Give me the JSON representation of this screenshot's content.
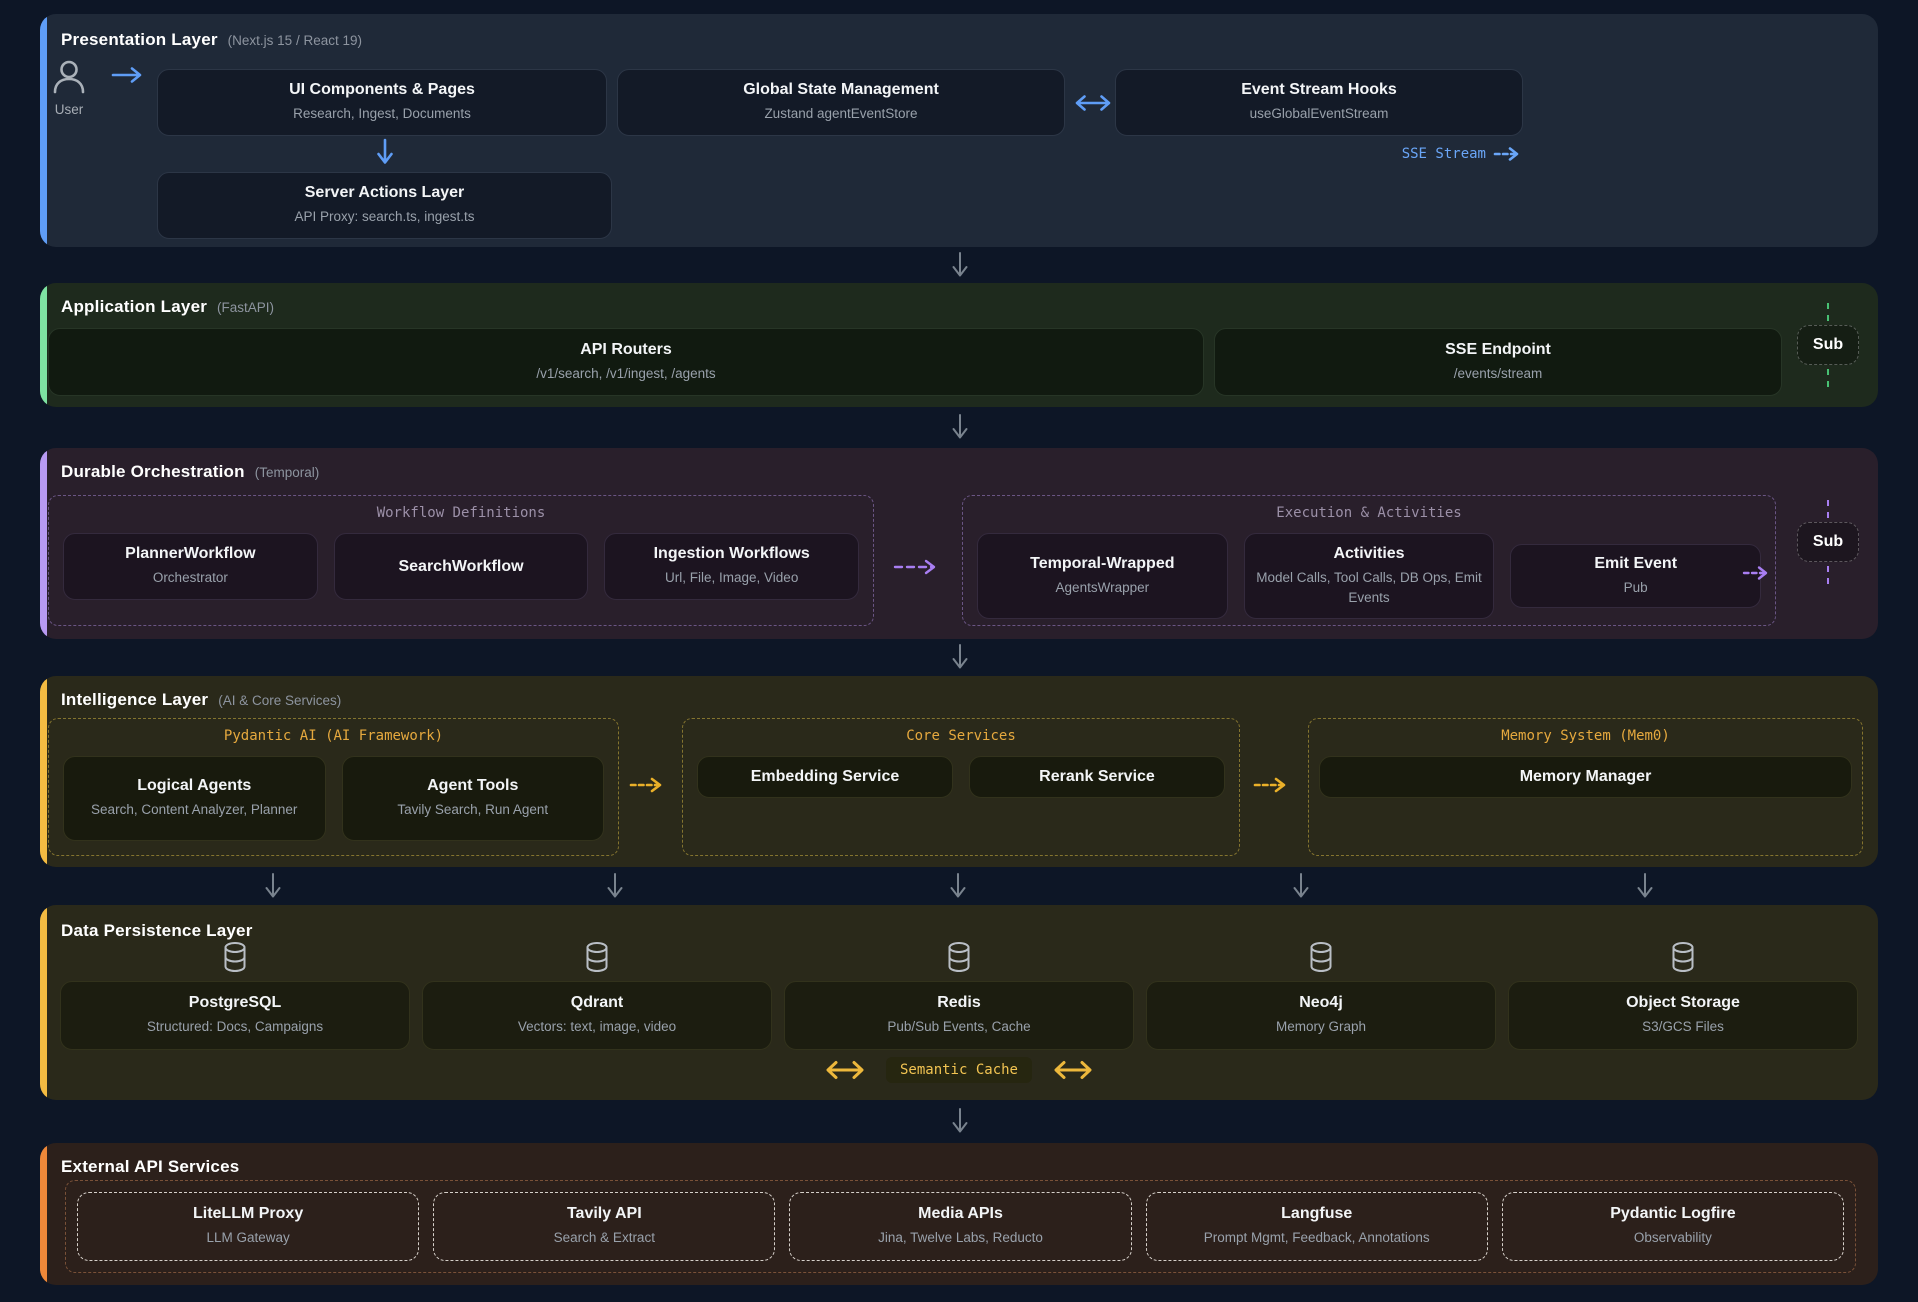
{
  "colors": {
    "page_bg": "#0d1626",
    "presentation_accent": "#5f9df6",
    "application_accent": "#7ee2a2",
    "orchestration_accent": "#b79af2",
    "intelligence_accent": "#f3bb42",
    "persistence_accent": "#f3bb42",
    "external_accent": "#ee8839",
    "sse_stream_text": "#6aa6f8",
    "semantic_cache_text": "#f2c452"
  },
  "presentation": {
    "title": "Presentation Layer",
    "subtitle": "(Next.js 15 / React 19)",
    "user_label": "User",
    "cards": {
      "ui": {
        "title": "UI Components & Pages",
        "subtitle": "Research, Ingest, Documents"
      },
      "state": {
        "title": "Global State Management",
        "subtitle": "Zustand agentEventStore"
      },
      "hooks": {
        "title": "Event Stream Hooks",
        "subtitle": "useGlobalEventStream"
      },
      "server_actions": {
        "title": "Server Actions Layer",
        "subtitle": "API Proxy: search.ts, ingest.ts"
      }
    },
    "sse_stream_label": "SSE Stream"
  },
  "application": {
    "title": "Application Layer",
    "subtitle": "(FastAPI)",
    "cards": {
      "routers": {
        "title": "API Routers",
        "subtitle": "/v1/search, /v1/ingest, /agents"
      },
      "sse": {
        "title": "SSE Endpoint",
        "subtitle": "/events/stream"
      }
    },
    "sub_label": "Sub"
  },
  "orchestration": {
    "title": "Durable Orchestration",
    "subtitle": "(Temporal)",
    "workflow_definitions": {
      "label": "Workflow Definitions",
      "cards": [
        {
          "title": "PlannerWorkflow",
          "subtitle": "Orchestrator"
        },
        {
          "title": "SearchWorkflow"
        },
        {
          "title": "Ingestion Workflows",
          "subtitle": "Url, File, Image, Video"
        }
      ]
    },
    "execution": {
      "label": "Execution & Activities",
      "cards": [
        {
          "title": "Temporal-Wrapped",
          "subtitle": "AgentsWrapper"
        },
        {
          "title": "Activities",
          "subtitle": "Model Calls, Tool Calls, DB Ops, Emit Events"
        },
        {
          "title": "Emit Event",
          "subtitle": "Pub"
        }
      ]
    },
    "sub_label": "Sub"
  },
  "intelligence": {
    "title": "Intelligence Layer",
    "subtitle": "(AI & Core Services)",
    "pydantic_ai": {
      "label": "Pydantic AI (AI Framework)",
      "cards": [
        {
          "title": "Logical Agents",
          "subtitle": "Search, Content Analyzer, Planner"
        },
        {
          "title": "Agent Tools",
          "subtitle": "Tavily Search, Run Agent"
        }
      ]
    },
    "core_services": {
      "label": "Core Services",
      "cards": [
        {
          "title": "Embedding Service"
        },
        {
          "title": "Rerank Service"
        }
      ]
    },
    "memory_system": {
      "label": "Memory System (Mem0)",
      "cards": [
        {
          "title": "Memory Manager"
        }
      ]
    }
  },
  "persistence": {
    "title": "Data Persistence Layer",
    "stores": [
      {
        "title": "PostgreSQL",
        "subtitle": "Structured: Docs, Campaigns"
      },
      {
        "title": "Qdrant",
        "subtitle": "Vectors: text, image, video"
      },
      {
        "title": "Redis",
        "subtitle": "Pub/Sub Events, Cache"
      },
      {
        "title": "Neo4j",
        "subtitle": "Memory Graph"
      },
      {
        "title": "Object Storage",
        "subtitle": "S3/GCS Files"
      }
    ],
    "semantic_cache_label": "Semantic Cache"
  },
  "external": {
    "title": "External API Services",
    "cards": [
      {
        "title": "LiteLLM Proxy",
        "subtitle": "LLM Gateway"
      },
      {
        "title": "Tavily API",
        "subtitle": "Search & Extract"
      },
      {
        "title": "Media APIs",
        "subtitle": "Jina, Twelve Labs, Reducto"
      },
      {
        "title": "Langfuse",
        "subtitle": "Prompt Mgmt, Feedback, Annotations"
      },
      {
        "title": "Pydantic Logfire",
        "subtitle": "Observability"
      }
    ]
  }
}
